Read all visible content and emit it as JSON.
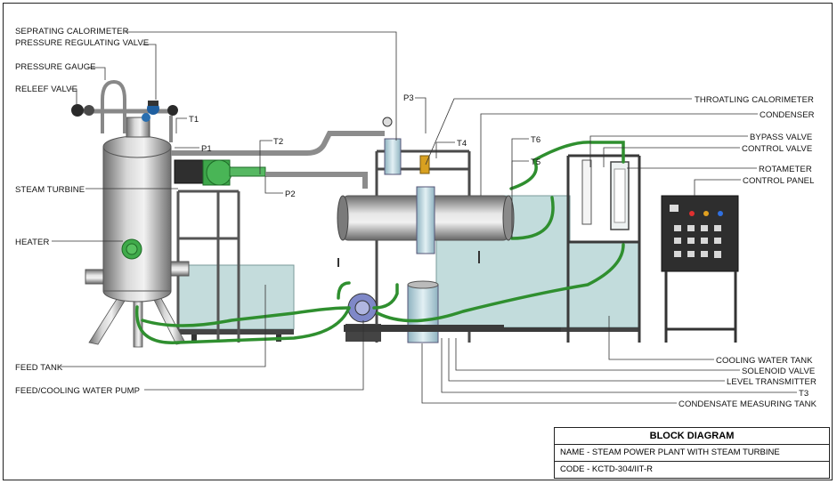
{
  "labels": {
    "seprating_calorimeter": "SEPRATING CALORIMETER",
    "pressure_regulating_valve": "PRESSURE REGULATING VALVE",
    "pressure_gauge": "PRESSURE GAUGE",
    "releef_valve": "RELEEF VALVE",
    "t1": "T1",
    "p1": "P1",
    "t2": "T2",
    "p2": "P2",
    "steam_turbine": "STEAM TURBINE",
    "heater": "HEATER",
    "feed_tank": "FEED TANK",
    "feed_cooling_water_pump": "FEED/COOLING WATER PUMP",
    "p3": "P3",
    "t4": "T4",
    "throatling_calorimeter": "THROATLING CALORIMETER",
    "condenser": "CONDENSER",
    "t6": "T6",
    "t5": "T5",
    "bypass_valve": "BYPASS VALVE",
    "control_valve": "CONTROL VALVE",
    "rotameter": "ROTAMETER",
    "control_panel": "CONTROL PANEL",
    "cooling_water_tank": "COOLING WATER TANK",
    "solenoid_valve": "SOLENOID VALVE",
    "level_transmitter": "LEVEL TRANSMITTER",
    "t3": "T3",
    "condensate_measuring_tank": "CONDENSATE MEASURING TANK"
  },
  "title_block": {
    "heading": "BLOCK DIAGRAM",
    "name": "NAME - STEAM POWER PLANT WITH STEAM TURBINE",
    "code": "CODE -  KCTD-304/IIT-R"
  },
  "colors": {
    "steel": "#9a9a9a",
    "pipe_green": "#2e8b2e",
    "tank_water": "#bcd8d8",
    "frame": "#3a3a3a"
  }
}
